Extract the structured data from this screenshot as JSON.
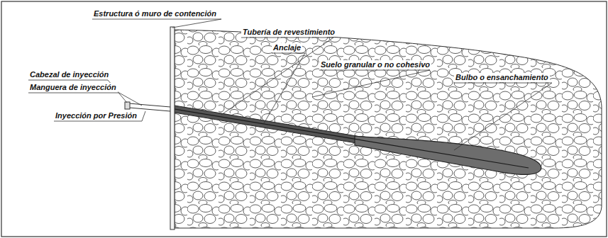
{
  "diagram": {
    "labels": [
      "Estructura ó muro de contención",
      "Tubería de revestimiento",
      "Anclaje",
      "Suelo granular o no cohesivo",
      "Bulbo o ensanchamiento",
      "Cabezal de inyección",
      "Manguera de inyección",
      "Inyección por Presión"
    ]
  }
}
